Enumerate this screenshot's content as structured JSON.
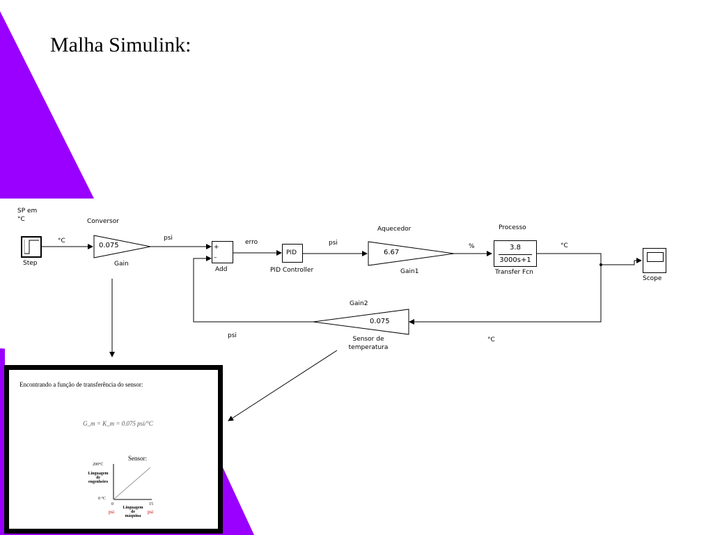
{
  "slide": {
    "title": "Malha Simulink:"
  },
  "colors": {
    "accent": "#9900ff",
    "wire": "#000000"
  },
  "model": {
    "step": {
      "label": "Step",
      "annotation": "SP em\n°C",
      "out_signal": "°C"
    },
    "gain": {
      "name": "Gain",
      "group": "Conversor",
      "value": "0.075",
      "out_signal": "psi"
    },
    "add": {
      "name": "Add",
      "plus": "+",
      "minus": "–",
      "out_signal": "erro"
    },
    "pid": {
      "name": "PID Controller",
      "text": "PID",
      "out_signal": "psi"
    },
    "gain1": {
      "name": "Gain1",
      "group": "Aquecedor",
      "value": "6.67",
      "out_signal": "%"
    },
    "tf": {
      "name": "Transfer Fcn",
      "group": "Processo",
      "numerator": "3.8",
      "denominator": "3000s+1",
      "out_signal": "°C"
    },
    "scope": {
      "name": "Scope"
    },
    "gain2": {
      "name": "Gain2",
      "caption": "Sensor de\ntemperatura",
      "value": "0.075",
      "in_signal": "°C",
      "out_signal": "psi"
    }
  },
  "inset": {
    "heading": "Encontrando a função de transferência do sensor:",
    "equation": "G_m = K_m = 0.075 psi/°C",
    "sensor_title": "Sensor:",
    "y_top": "200°C",
    "y_bottom": "0 °C",
    "y_axis_label": "Linguagem\nde\nengenheiro",
    "x_left": "0",
    "x_right": "15",
    "x_axis_label": "Linguagem\nde\nmáquina",
    "x_unit_left": "psi",
    "x_unit_right": "psi"
  }
}
